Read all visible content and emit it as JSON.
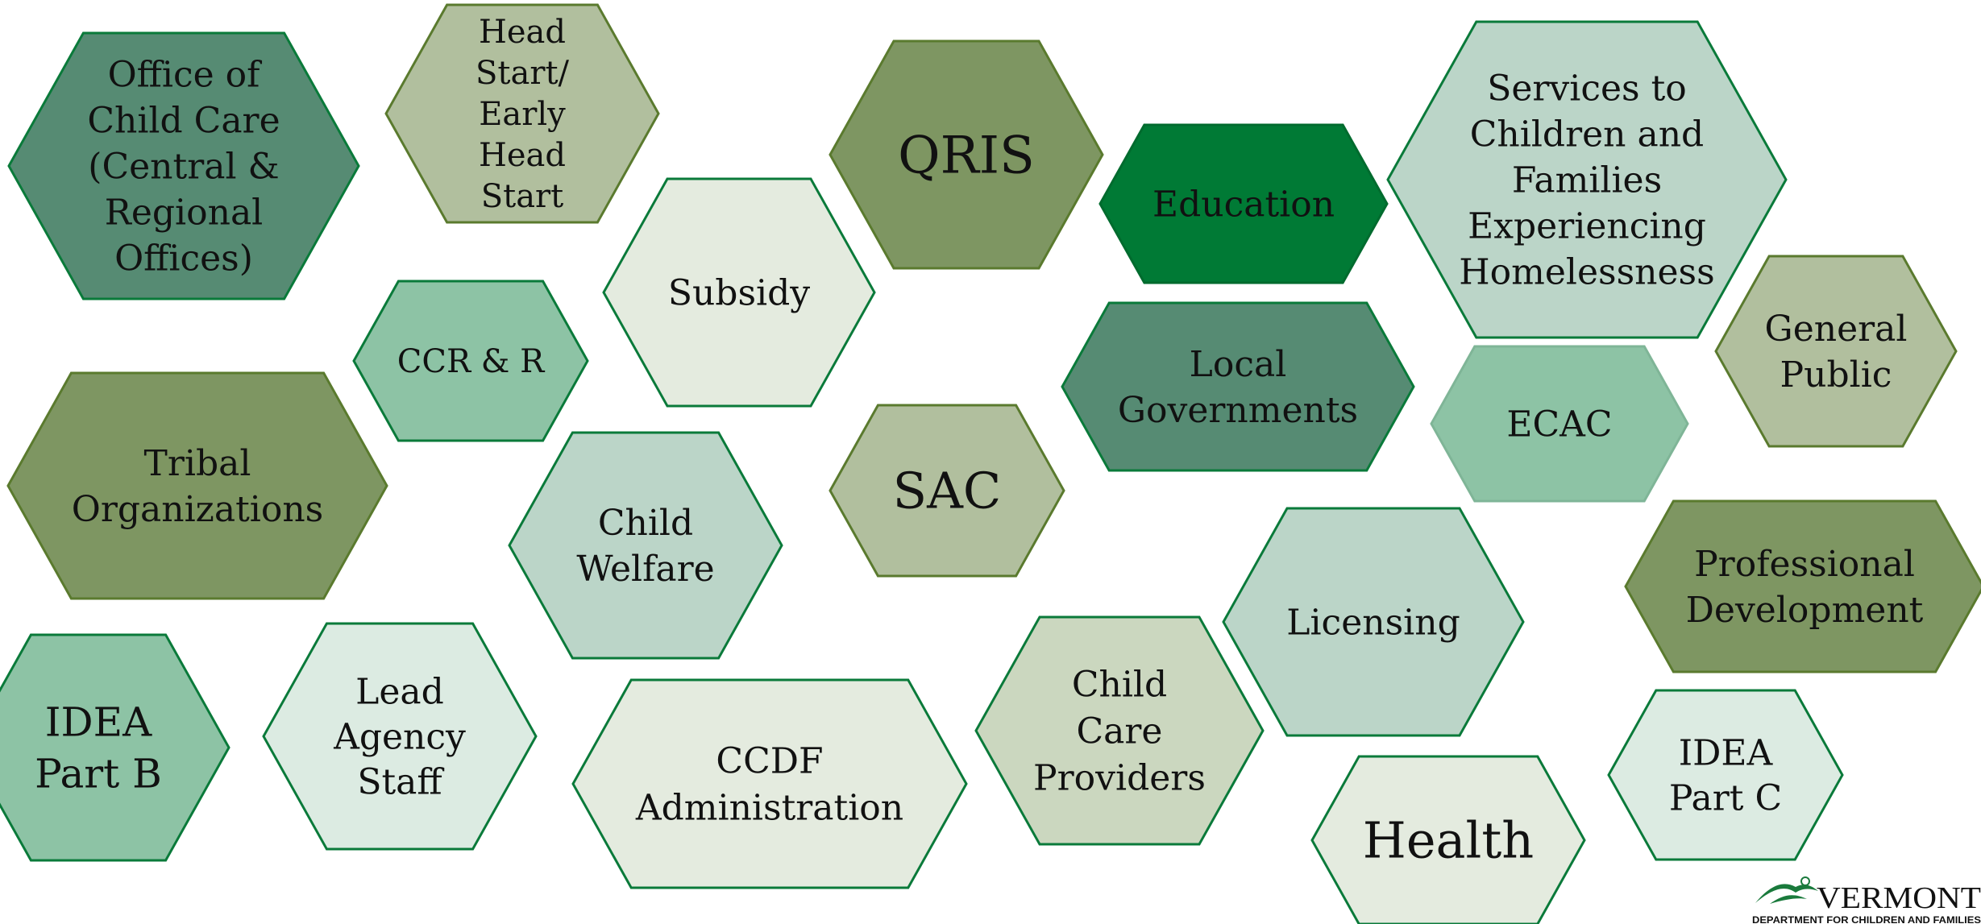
{
  "diagram": {
    "hexagons": [
      {
        "id": "office-of-child-care",
        "lines": [
          "Office of",
          "Child Care",
          "(Central &",
          "Regional",
          "Offices)"
        ],
        "fill": "#568b73",
        "stroke": "#0a7a3a"
      },
      {
        "id": "head-start",
        "lines": [
          "Head",
          "Start/",
          "Early",
          "Head",
          "Start"
        ],
        "fill": "#b1bf9e",
        "stroke": "#5a7a2e"
      },
      {
        "id": "qris",
        "lines": [
          "QRIS"
        ],
        "fill": "#7e9662",
        "stroke": "#5a7a2e"
      },
      {
        "id": "education",
        "lines": [
          "Education"
        ],
        "fill": "#007a35",
        "stroke": "#006b2e"
      },
      {
        "id": "services-homelessness",
        "lines": [
          "Services to",
          "Children and",
          "Families",
          "Experiencing",
          "Homelessness"
        ],
        "fill": "#bbd5c8",
        "stroke": "#0a7a3a"
      },
      {
        "id": "subsidy",
        "lines": [
          "Subsidy"
        ],
        "fill": "#e4ebdf",
        "stroke": "#0a7a3a"
      },
      {
        "id": "ccr-r",
        "lines": [
          "CCR & R"
        ],
        "fill": "#8dc3a5",
        "stroke": "#0a7a3a"
      },
      {
        "id": "local-governments",
        "lines": [
          "Local",
          "Governments"
        ],
        "fill": "#568b73",
        "stroke": "#0a7a3a"
      },
      {
        "id": "general-public",
        "lines": [
          "General",
          "Public"
        ],
        "fill": "#b1bf9e",
        "stroke": "#5a7a2e"
      },
      {
        "id": "tribal-organizations",
        "lines": [
          "Tribal",
          "Organizations"
        ],
        "fill": "#7e9662",
        "stroke": "#5a7a2e"
      },
      {
        "id": "ecac",
        "lines": [
          "ECAC"
        ],
        "fill": "#8dc3a5",
        "stroke": "#7fb597"
      },
      {
        "id": "sac",
        "lines": [
          "SAC"
        ],
        "fill": "#b1bf9e",
        "stroke": "#5a7a2e"
      },
      {
        "id": "child-welfare",
        "lines": [
          "Child",
          "Welfare"
        ],
        "fill": "#bbd5c8",
        "stroke": "#0a7a3a"
      },
      {
        "id": "professional-development",
        "lines": [
          "Professional",
          "Development"
        ],
        "fill": "#7e9662",
        "stroke": "#5a7a2e"
      },
      {
        "id": "licensing",
        "lines": [
          "Licensing"
        ],
        "fill": "#bbd5c8",
        "stroke": "#0a7a3a"
      },
      {
        "id": "idea-part-b",
        "lines": [
          "IDEA",
          "Part B"
        ],
        "fill": "#8dc3a5",
        "stroke": "#0a7a3a"
      },
      {
        "id": "lead-agency-staff",
        "lines": [
          "Lead",
          "Agency",
          "Staff"
        ],
        "fill": "#dcebe2",
        "stroke": "#0a7a3a"
      },
      {
        "id": "child-care-providers",
        "lines": [
          "Child",
          "Care",
          "Providers"
        ],
        "fill": "#cbd7bf",
        "stroke": "#0a7a3a"
      },
      {
        "id": "ccdf-administration",
        "lines": [
          "CCDF",
          "Administration"
        ],
        "fill": "#e4ebdf",
        "stroke": "#0a7a3a"
      },
      {
        "id": "idea-part-c",
        "lines": [
          "IDEA",
          "Part C"
        ],
        "fill": "#dcebe2",
        "stroke": "#0a7a3a"
      },
      {
        "id": "health",
        "lines": [
          "Health"
        ],
        "fill": "#e4ebdf",
        "stroke": "#0a7a3a"
      }
    ]
  },
  "logo": {
    "wordmark": "VERMONT",
    "subtitle": "DEPARTMENT FOR CHILDREN AND FAMILIES",
    "color": "#1a7a3c"
  }
}
